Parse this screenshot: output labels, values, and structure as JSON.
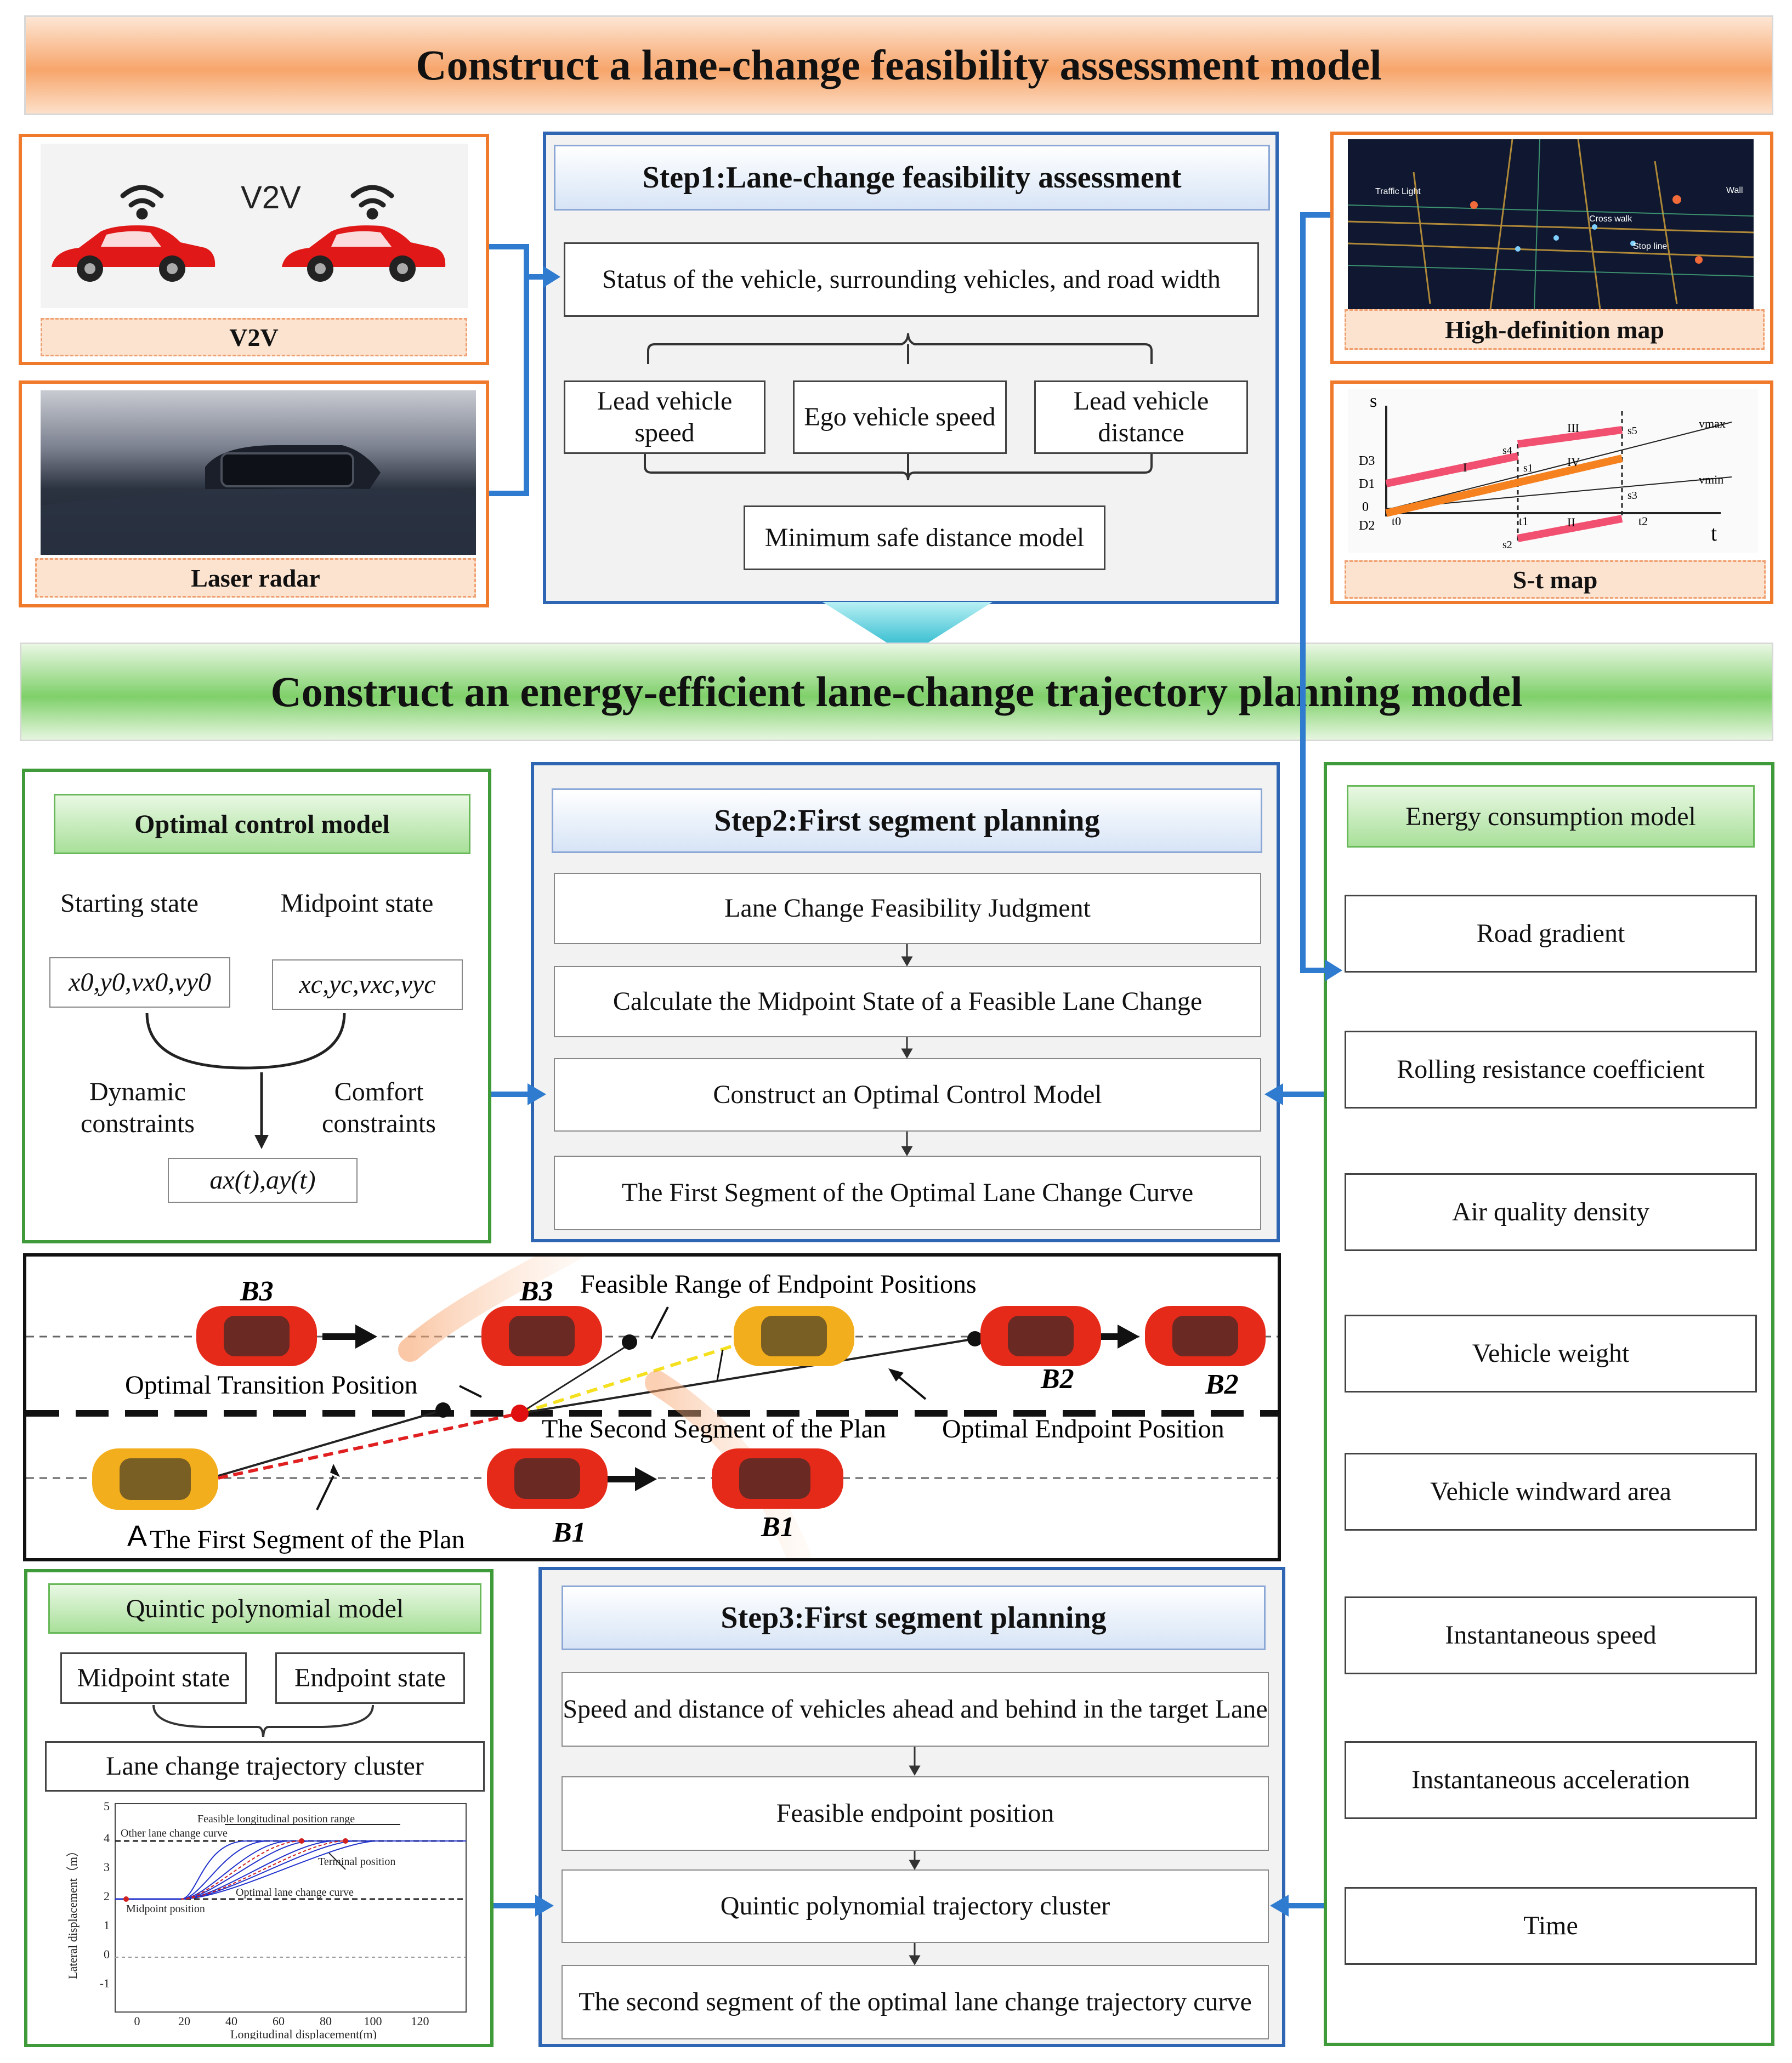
{
  "top_band": {
    "title": "Construct a lane-change feasibility assessment model"
  },
  "mid_band": {
    "title": "Construct an energy-efficient lane-change trajectory planning model"
  },
  "v2v": {
    "image_label": "V2V",
    "caption": "V2V"
  },
  "laser": {
    "caption": "Laser radar"
  },
  "hdmap": {
    "caption": "High-definition map",
    "labels": [
      "Traffic Light",
      "Wall",
      "Cross walk",
      "Stop line"
    ]
  },
  "stmap": {
    "caption": "S-t map",
    "labels": {
      "s": "s",
      "t": "t",
      "d3": "D3",
      "d1": "D1",
      "zero": "0",
      "d2": "D2",
      "t0": "t0",
      "t1": "t1",
      "t2": "t2",
      "s1": "s1",
      "s2": "s2",
      "s3": "s3",
      "s4": "s4",
      "s5": "s5",
      "r1": "I",
      "r2": "II",
      "r3": "III",
      "r4": "IV",
      "vmax": "vmax",
      "vmin": "vmin"
    }
  },
  "step1": {
    "title": "Step1:Lane-change feasibility assessment",
    "status": "Status of the vehicle, surrounding vehicles, and road width",
    "lead_speed": "Lead vehicle speed",
    "ego_speed": "Ego vehicle speed",
    "lead_distance": "Lead vehicle distance",
    "min_safe": "Minimum safe distance model"
  },
  "optimal_control": {
    "title": "Optimal control model",
    "starting_state": "Starting state",
    "midpoint_state": "Midpoint state",
    "start_vars": "x0,y0,vx0,vy0",
    "mid_vars": "xc,yc,vxc,vyc",
    "dynamic": "Dynamic constraints",
    "comfort": "Comfort constraints",
    "output": "ax(t),ay(t)"
  },
  "step2": {
    "title": "Step2:First segment planning",
    "items": [
      "Lane Change Feasibility Judgment",
      "Calculate the Midpoint State of a Feasible Lane Change",
      "Construct an Optimal Control Model",
      "The First Segment of the Optimal Lane Change Curve"
    ]
  },
  "energy": {
    "title": "Energy consumption model",
    "items": [
      "Road gradient",
      "Rolling resistance coefficient",
      "Air quality density",
      "Vehicle weight",
      "Vehicle windward area",
      "Instantaneous speed",
      "Instantaneous acceleration",
      "Time"
    ]
  },
  "scene": {
    "feasible_range": "Feasible Range of Endpoint Positions",
    "optimal_transition": "Optimal Transition Position",
    "second_segment": "The Second Segment of the Plan",
    "optimal_endpoint": "Optimal Endpoint Position",
    "first_segment": "The First Segment of the Plan",
    "label_a": "A",
    "b3_left": "B3",
    "b3_right": "B3",
    "b2_left": "B2",
    "b2_right": "B2",
    "b1_left": "B1",
    "b1_right": "B1"
  },
  "quintic": {
    "title": "Quintic polynomial model",
    "midpoint_state": "Midpoint state",
    "endpoint_state": "Endpoint state",
    "cluster": "Lane change trajectory cluster",
    "plot": {
      "feasible_range": "Feasible longitudinal position range",
      "other_curve": "Other lane change curve",
      "terminal": "Terminal position",
      "optimal_curve": "Optimal lane change curve",
      "midpoint": "Midpoint position",
      "ylabel": "Lateral displacement（m）",
      "xlabel": "Longitudinal displacement(m)",
      "xticks": [
        "0",
        "20",
        "40",
        "60",
        "80",
        "100",
        "120"
      ],
      "yticks": [
        "5",
        "4",
        "3",
        "2",
        "1",
        "0",
        "-1"
      ]
    }
  },
  "step3": {
    "title": "Step3:First segment planning",
    "items": [
      "Speed and distance of vehicles ahead and behind in the target Lane",
      "Feasible endpoint position",
      "Quintic polynomial trajectory cluster",
      "The second segment of the optimal lane change trajectory curve"
    ]
  },
  "colors": {
    "orange": "#f07a2b",
    "blue": "#2f66b3",
    "green": "#3f9a3a",
    "arrow_blue": "#2f7bd0"
  }
}
